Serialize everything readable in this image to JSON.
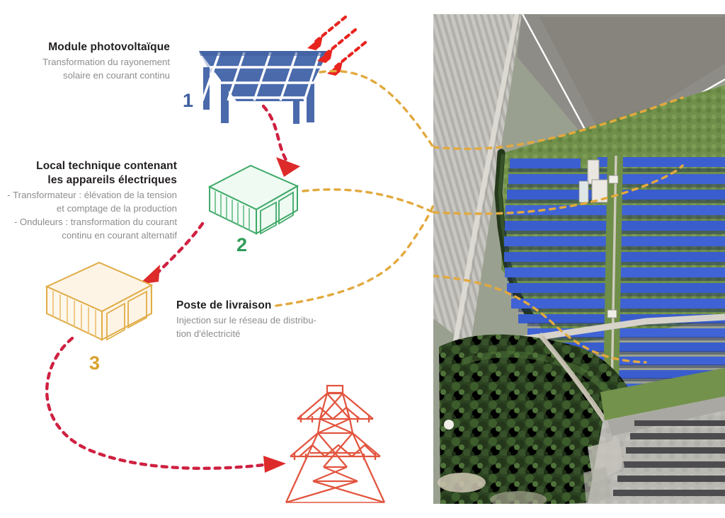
{
  "diagram": {
    "title_hidden": "",
    "steps": [
      {
        "number": "1",
        "number_color": "#3f5f9e",
        "title": "Module photovoltaïque",
        "desc_lines": [
          "Transformation du rayonement",
          "solaire en courant continu"
        ],
        "icon": "solar-panel-icon",
        "color": "#4a6aab"
      },
      {
        "number": "2",
        "number_color": "#2e9b57",
        "title_lines": [
          "Local technique contenant",
          "les appareils électriques"
        ],
        "desc_lines": [
          "- Transformateur : élévation de la tension",
          "et comptage de la production",
          "- Onduleurs : transformation du courant",
          "continu en courant alternatif"
        ],
        "icon": "green-container-icon",
        "color": "#3fa968"
      },
      {
        "number": "3",
        "number_color": "#d9a12c",
        "title": "Poste de livraison",
        "desc_lines": [
          "Injection sur le réseau de distribu-",
          "tion d'électricité"
        ],
        "icon": "orange-container-icon",
        "color": "#e0ac46"
      }
    ],
    "pylon": {
      "icon": "transmission-tower-icon",
      "color": "#e2553f"
    },
    "sun_rays": {
      "icon": "sun-ray-arrow-icon",
      "count": 3,
      "color": "#e8241f"
    },
    "flow_arrows": {
      "icon": "red-dashed-arrow-icon",
      "color": "#cf2040"
    },
    "link_lines": {
      "icon": "orange-dashed-link-icon",
      "color": "#e2a93e"
    },
    "photo": {
      "alt": "aerial-photo-solar-farm",
      "features": [
        "solar-panel-rows",
        "ploughed-field",
        "forest",
        "access-track",
        "technical-buildings",
        "paved-array-area"
      ]
    }
  }
}
